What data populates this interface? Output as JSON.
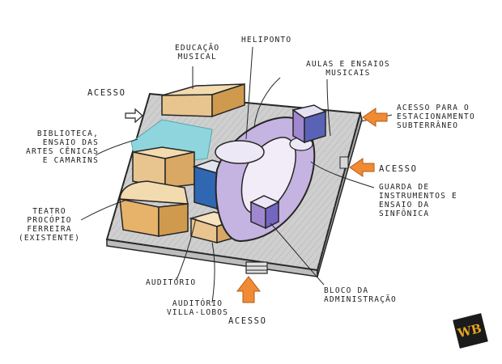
{
  "colors": {
    "ink": "#262626",
    "paper": "#ffffff",
    "site": "#cfcfcf",
    "wood": "#e8c58e",
    "wood_dark": "#cf9a4e",
    "cyan": "#8fd5dd",
    "violet": "#c5b3e2",
    "violet_dark": "#9f88cf",
    "blue": "#2f67b3",
    "arrow": "#f08a35",
    "logo_bg": "#1b1b1b",
    "logo_fg": "#e8a322"
  },
  "labels": {
    "educacao": [
      "EDUCAÇÃO",
      "MUSICAL"
    ],
    "heliponto": "HELIPONTO",
    "aulas": [
      "AULAS E ENSAIOS",
      "MUSICAIS"
    ],
    "acesso_top": "ACESSO",
    "estacionamento": [
      "ACESSO PARA O",
      "ESTACIONAMENTO",
      "SUBTERRÂNEO"
    ],
    "acesso_right": "ACESSO",
    "biblioteca": [
      "BIBLIOTECA,",
      "ENSAIO DAS",
      "ARTES CÊNICAS",
      "E CAMARINS"
    ],
    "teatro": [
      "TEATRO",
      "PROCÓPIO",
      "FERREIRA",
      "(EXISTENTE)"
    ],
    "guarda": [
      "GUARDA DE",
      "INSTRUMENTOS E",
      "ENSAIO DA",
      "SINFÔNICA"
    ],
    "auditorio": "AUDITÓRIO",
    "auditorio_villa": [
      "AUDITÓRIO",
      "VILLA-LOBOS"
    ],
    "bloco": [
      "BLOCO DA",
      "ADMINISTRAÇÃO"
    ],
    "acesso_bottom": "ACESSO"
  },
  "logo": "WB"
}
